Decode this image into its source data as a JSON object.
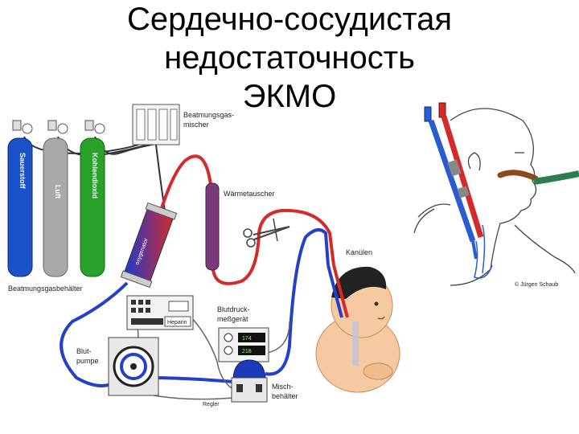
{
  "title": {
    "line1": "Сердечно-сосудистая",
    "line2": "недостаточность",
    "line3": "ЭКМО"
  },
  "left_diagram": {
    "labels": {
      "gas_mixer": [
        "Beatmungsgas-",
        "mischer"
      ],
      "heat_exchanger": "Wärmetauscher",
      "cannulas": "Kanülen",
      "gas_container": "Beatmungsgasbehälter",
      "blood_pressure": [
        "Blutdruck-",
        "meßgerät"
      ],
      "blood_pump": [
        "Blut-",
        "pumpe"
      ],
      "mixing_container": [
        "Misch-",
        "behälter"
      ],
      "regulator": "Regler",
      "heparin": "Heparin",
      "oxygenator": "oxygenator"
    },
    "cylinders": [
      {
        "text": "Sauerstoff",
        "color": "#1a50c8"
      },
      {
        "text": "Luft",
        "color": "#a9a9a9"
      },
      {
        "text": "Kohlendioxid",
        "color": "#2aa12a"
      }
    ],
    "gauge_values": [
      "174",
      "218"
    ]
  },
  "right_diagram": {
    "copyright": "© Jürgen Schaub"
  },
  "colors": {
    "arterial": "#d42a2a",
    "venous": "#2240c8",
    "gas_tube": "#333333",
    "nasal_tube": "#2e7d4f",
    "oral_tube": "#8b4a1c"
  }
}
